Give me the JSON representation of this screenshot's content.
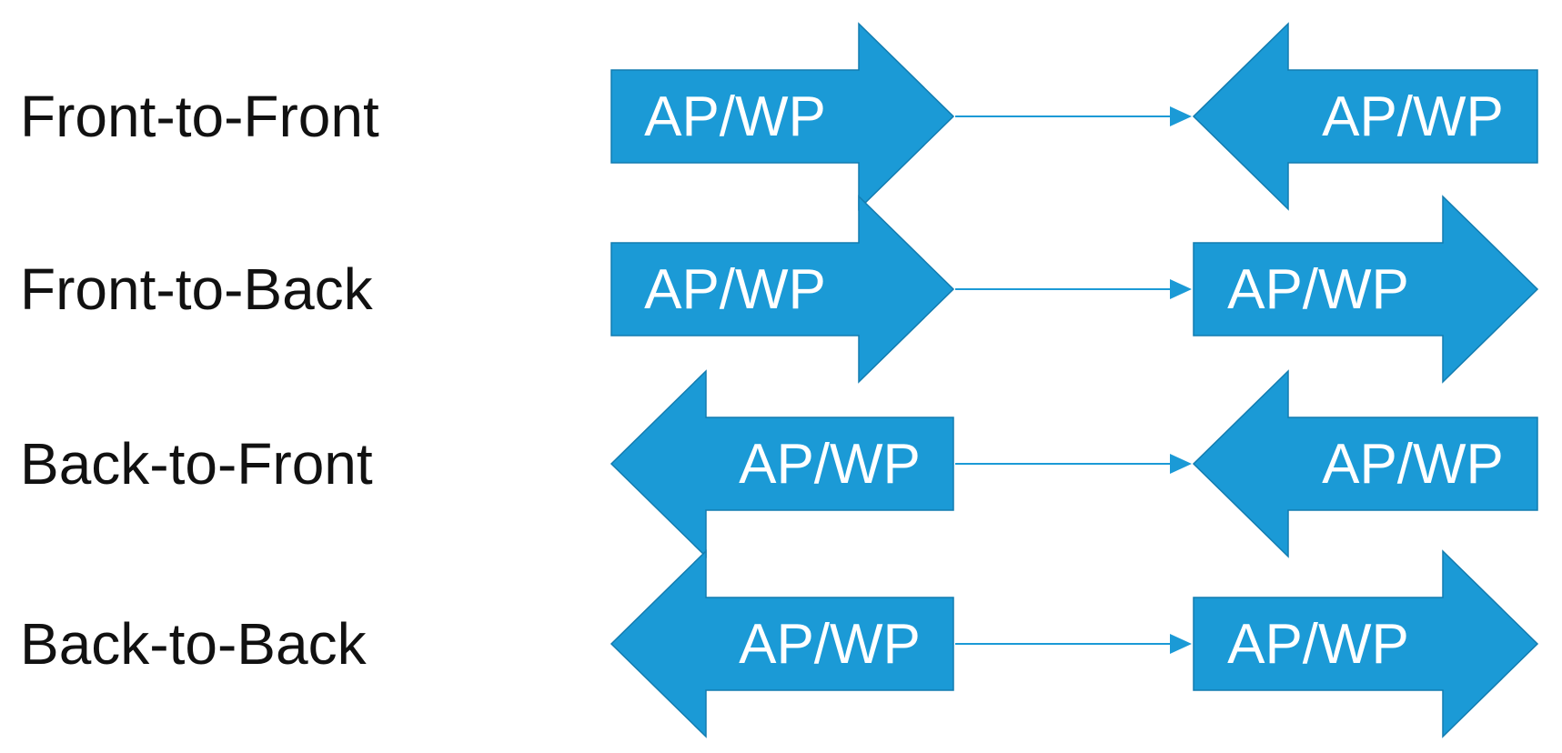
{
  "colors": {
    "arrow_fill": "#1b9ad6",
    "arrow_border": "#127cb0",
    "arrow_text": "#ffffff",
    "connector": "#1b9ad6",
    "label_text": "#111111"
  },
  "rows": [
    {
      "label": "Front-to-Front",
      "left": {
        "text": "AP/WP",
        "points": "right"
      },
      "right": {
        "text": "AP/WP",
        "points": "left"
      }
    },
    {
      "label": "Front-to-Back",
      "left": {
        "text": "AP/WP",
        "points": "right"
      },
      "right": {
        "text": "AP/WP",
        "points": "right"
      }
    },
    {
      "label": "Back-to-Front",
      "left": {
        "text": "AP/WP",
        "points": "left"
      },
      "right": {
        "text": "AP/WP",
        "points": "left"
      }
    },
    {
      "label": "Back-to-Back",
      "left": {
        "text": "AP/WP",
        "points": "left"
      },
      "right": {
        "text": "AP/WP",
        "points": "right"
      }
    }
  ]
}
